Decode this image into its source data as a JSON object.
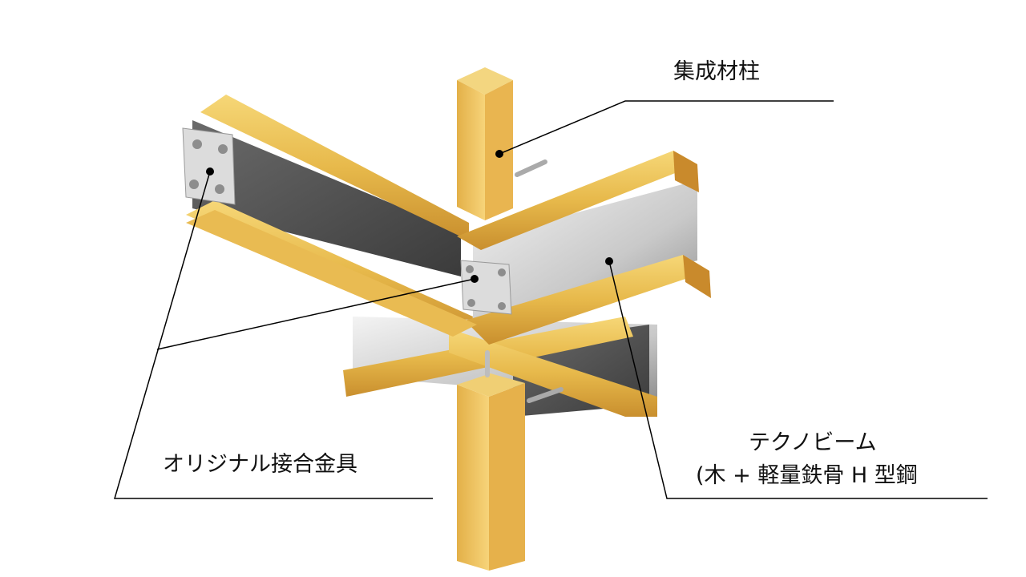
{
  "labels": {
    "column": "集成材柱",
    "fitting": "オリジナル接合金具",
    "beam_line1": "テクノビーム",
    "beam_line2": "(木 + 軽量鉄骨 H 型鋼"
  },
  "colors": {
    "wood_light": "#f0c75a",
    "wood_mid": "#dca83a",
    "wood_dark": "#b9822a",
    "steel_light": "#e6e6e6",
    "steel_dark": "#5a5a5a",
    "plate": "#dcdcdc",
    "leader_line": "#000000"
  }
}
